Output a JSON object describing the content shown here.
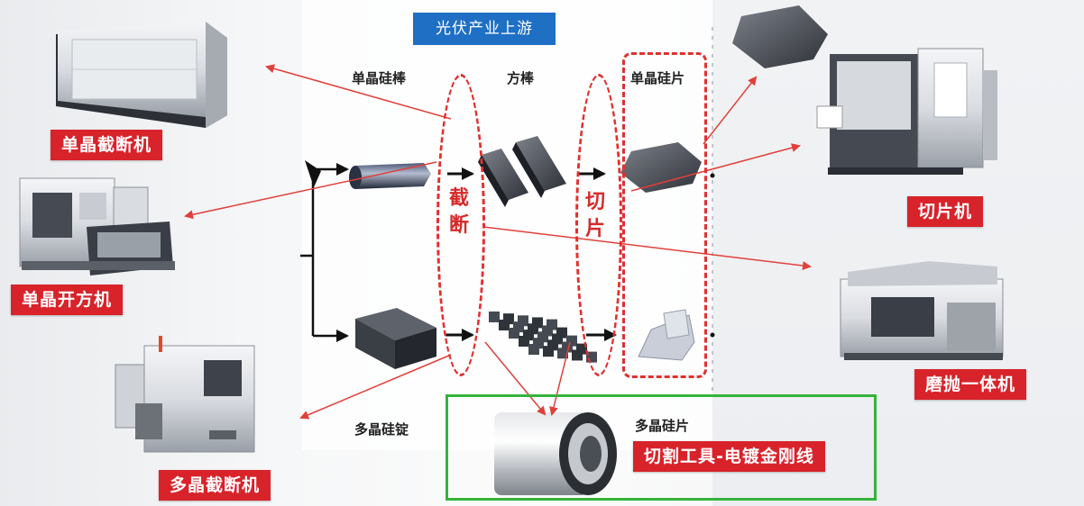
{
  "header": {
    "title": "光伏产业上游"
  },
  "stages": {
    "mono_rod": "单晶硅棒",
    "square_rod": "方棒",
    "mono_wafer": "单晶硅片",
    "poly_ingot": "多晶硅锭",
    "poly_wafer": "多晶硅片"
  },
  "processes": {
    "cutting": [
      "截",
      "断"
    ],
    "slicing": [
      "切",
      "片"
    ]
  },
  "machines": {
    "mono_cutoff": "单晶截断机",
    "mono_squaring": "单晶开方机",
    "poly_cutoff": "多晶截断机",
    "slicing": "切片机",
    "grind_polish": "磨抛一体机"
  },
  "tool": {
    "label": "切割工具-电镀金刚线"
  },
  "colors": {
    "accent_red": "#d8232a",
    "title_blue": "#1f6fc4",
    "frame_green": "#35b33a"
  }
}
